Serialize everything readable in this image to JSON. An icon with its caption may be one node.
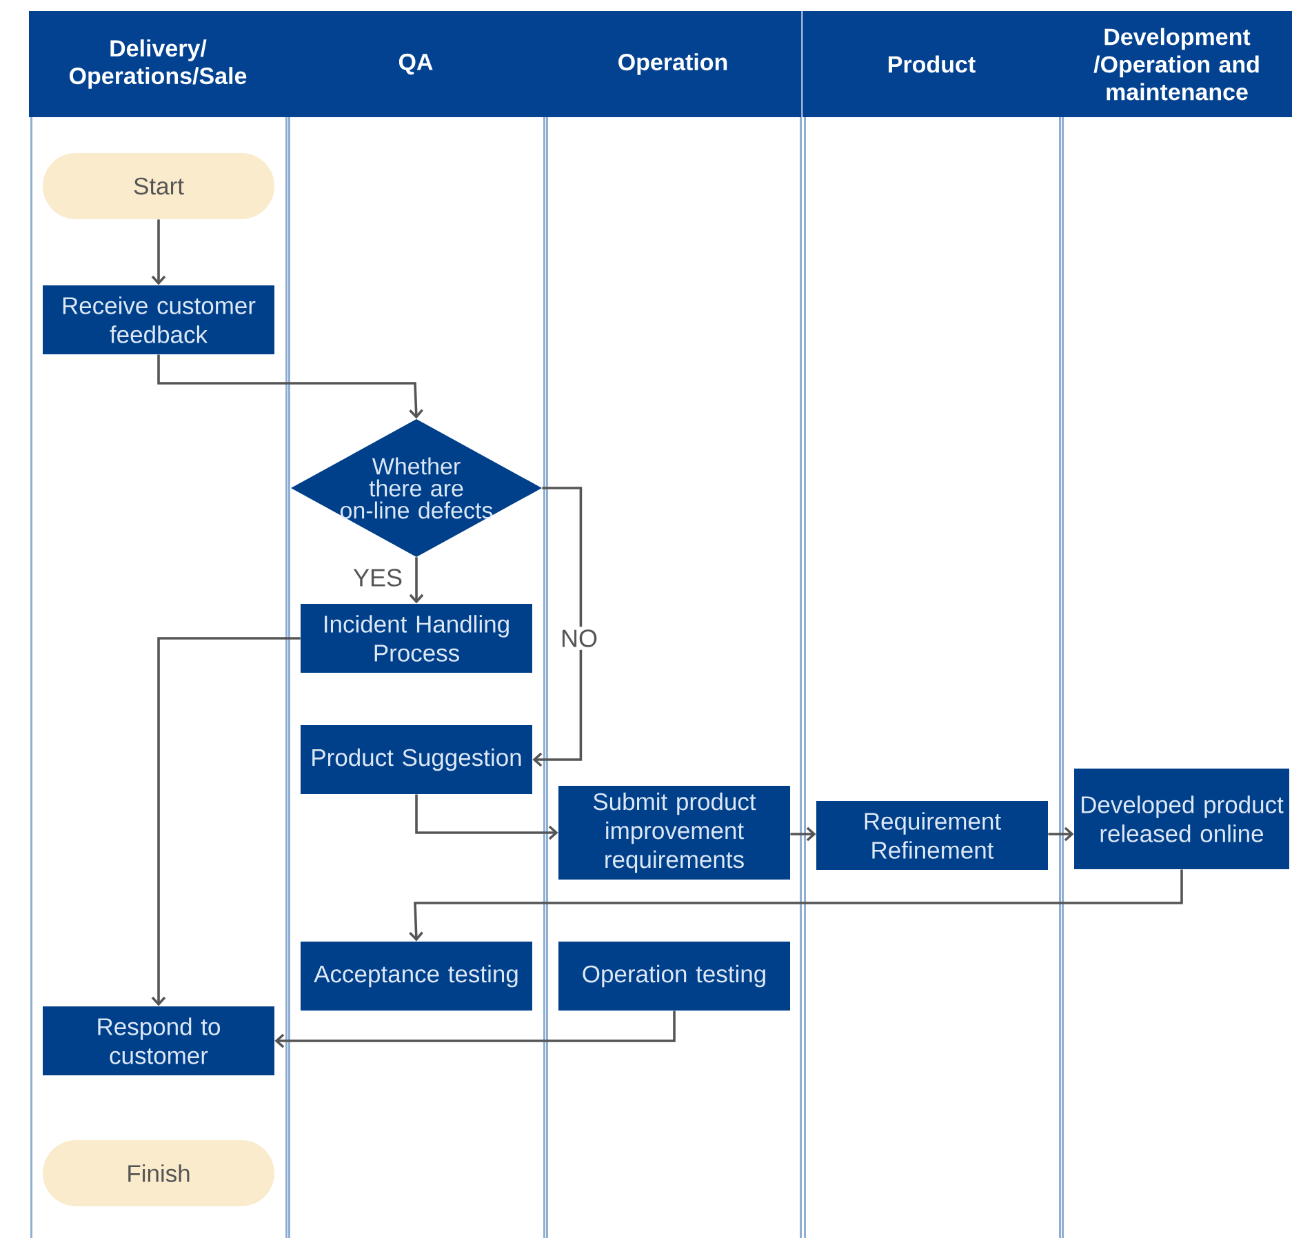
{
  "diagram": {
    "nodes": [
      {
        "text": [
          "Delivery/ Operations/Sale"
        ]
      },
      {
        "text": [
          "QA"
        ]
      },
      {
        "text": [
          "Operation"
        ]
      },
      {
        "text": [
          "Product"
        ]
      },
      {
        "text": [
          "Development /Operation and maintenance"
        ]
      },
      {
        "text": [
          "Start"
        ],
        "in": 0
      },
      {
        "text": [
          "Receive customer feedback"
        ],
        "in": 0
      },
      {
        "text": [
          "Whether there are on-line defects"
        ],
        "in": 1
      },
      {
        "text": [
          "Incident Handling Process"
        ],
        "in": 1
      },
      {
        "text": [
          "Product Suggestion"
        ],
        "in": 1
      },
      {
        "text": [
          "Submit product improvement requirements"
        ],
        "in": 2
      },
      {
        "text": [
          "Requirement Refinement"
        ],
        "in": 3
      },
      {
        "text": [
          "Developed product released online"
        ],
        "in": 4
      },
      {
        "text": [
          "Acceptance testing"
        ],
        "in": 1
      },
      {
        "text": [
          "Operation testing"
        ],
        "in": 2
      },
      {
        "text": [
          "Respond to customer"
        ],
        "in": 0
      },
      {
        "text": [
          "Finish"
        ],
        "in": 0
      }
    ],
    "edges": [
      {
        "from": 5,
        "to": 6,
        "arrow": "to"
      },
      {
        "from": 6,
        "to": 7,
        "arrow": "to"
      },
      {
        "from": 7,
        "to": 8,
        "arrow": "to",
        "label": "YES"
      },
      {
        "from": 7,
        "to": 9,
        "arrow": "to",
        "label": "NO"
      },
      {
        "from": 8,
        "to": 15,
        "arrow": "to"
      },
      {
        "from": 9,
        "to": 10,
        "arrow": "to"
      },
      {
        "from": 10,
        "to": 11,
        "arrow": "to"
      },
      {
        "from": 11,
        "to": 12,
        "arrow": "to"
      },
      {
        "from": 12,
        "to": 13,
        "arrow": "to"
      },
      {
        "from": 14,
        "to": 15,
        "arrow": "to"
      }
    ]
  }
}
